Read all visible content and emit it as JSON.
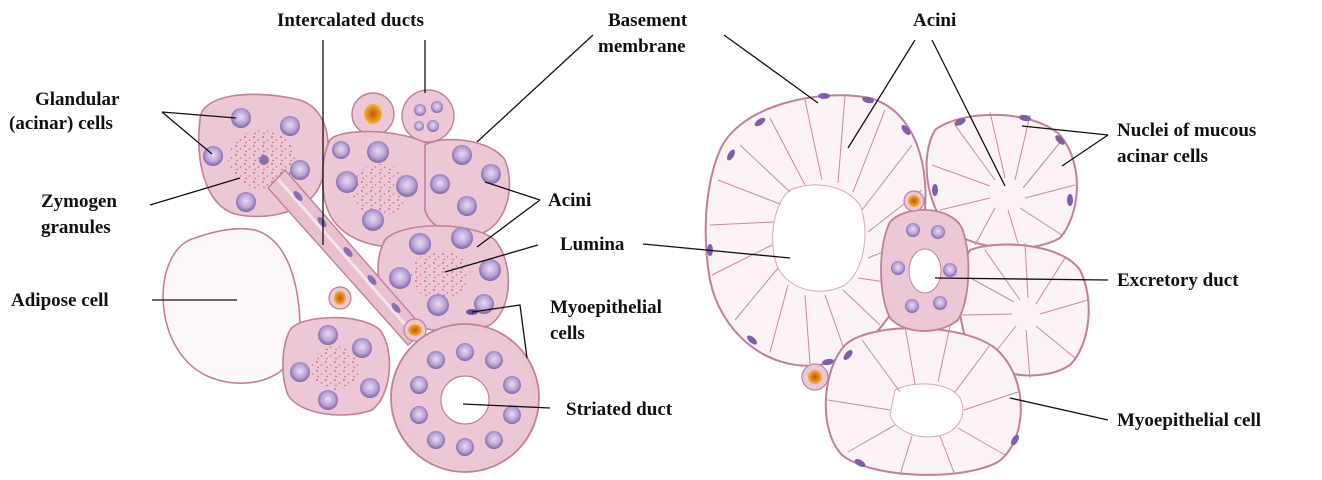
{
  "labels": {
    "glandular_1": "Glandular",
    "glandular_2": "(acinar) cells",
    "intercalated": "Intercalated ducts",
    "basement_1": "Basement",
    "basement_2": "membrane",
    "zymogen_1": "Zymogen",
    "zymogen_2": "granules",
    "acini_left": "Acini",
    "lumina": "Lumina",
    "adipose": "Adipose cell",
    "myoepithelial_1": "Myoepithelial",
    "myoepithelial_2": "cells",
    "striated": "Striated duct",
    "acini_right": "Acini",
    "nuclei_1": "Nuclei of mucous",
    "nuclei_2": "acinar cells",
    "excretory": "Excretory duct",
    "myoepithelial_cell": "Myoepithelial cell"
  },
  "colors": {
    "cytoplasm": "#ecc8d6",
    "cytoplasm_light": "#f5e2ea",
    "membrane": "#c27f99",
    "nucleus": "#8a6fb2",
    "nucleus_dark": "#6a4f96",
    "granule": "#c4485c",
    "rbc": "#e39a1b",
    "rbc_core": "#c65410"
  }
}
